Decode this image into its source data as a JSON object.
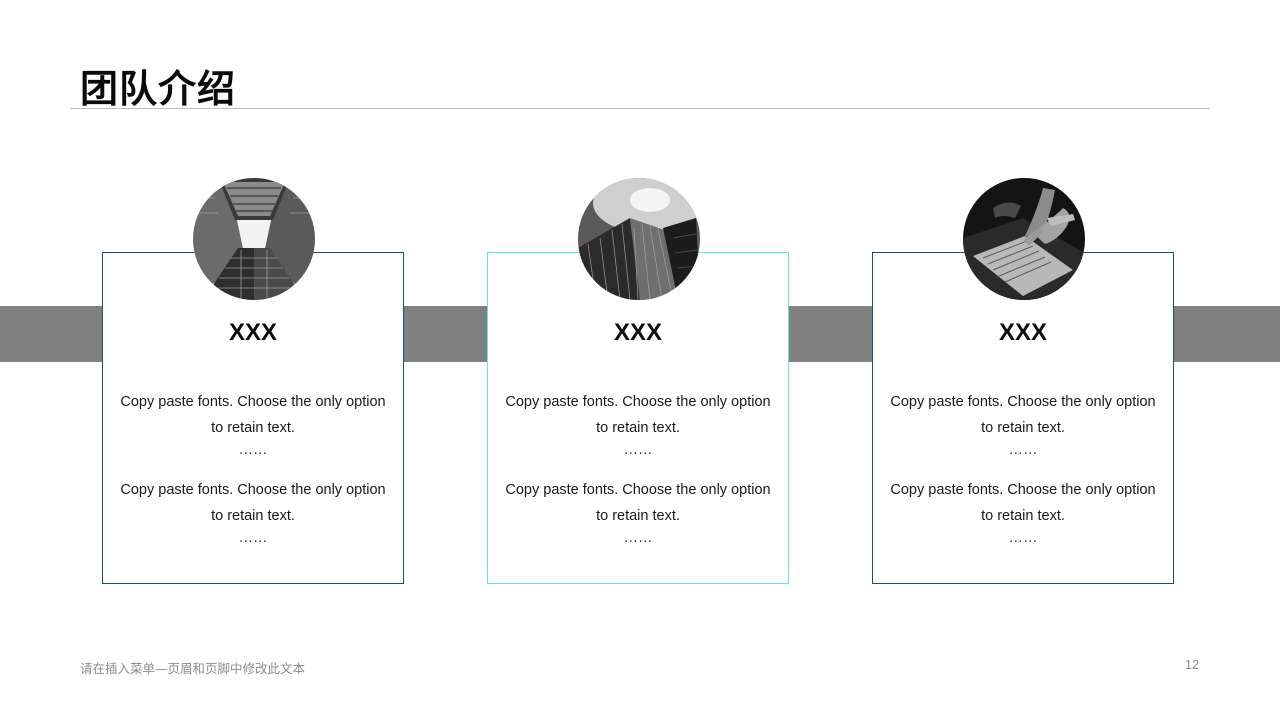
{
  "slide": {
    "title": "团队介绍",
    "footer_text": "请在插入菜单—页眉和页脚中修改此文本",
    "page_number": "12",
    "colors": {
      "band": "#808080",
      "card_border": "#1f4e6b",
      "card_border_highlight": "#66e3ea"
    }
  },
  "members": [
    {
      "name": "XXX",
      "photo": "building-looking-up-photo",
      "paragraph_1": "Copy paste fonts. Choose the only option to retain text.",
      "ellipsis_1": "……",
      "paragraph_2": "Copy paste fonts. Choose the only option to retain text.",
      "ellipsis_2": "……"
    },
    {
      "name": "XXX",
      "photo": "skyscraper-sky-photo",
      "paragraph_1": "Copy paste fonts. Choose the only option to retain text.",
      "ellipsis_1": "……",
      "paragraph_2": "Copy paste fonts. Choose the only option to retain text.",
      "ellipsis_2": "……"
    },
    {
      "name": "XXX",
      "photo": "laptop-hands-photo",
      "paragraph_1": "Copy paste fonts. Choose the only option to retain text.",
      "ellipsis_1": "……",
      "paragraph_2": "Copy paste fonts. Choose the only option to retain text.",
      "ellipsis_2": "……"
    }
  ]
}
